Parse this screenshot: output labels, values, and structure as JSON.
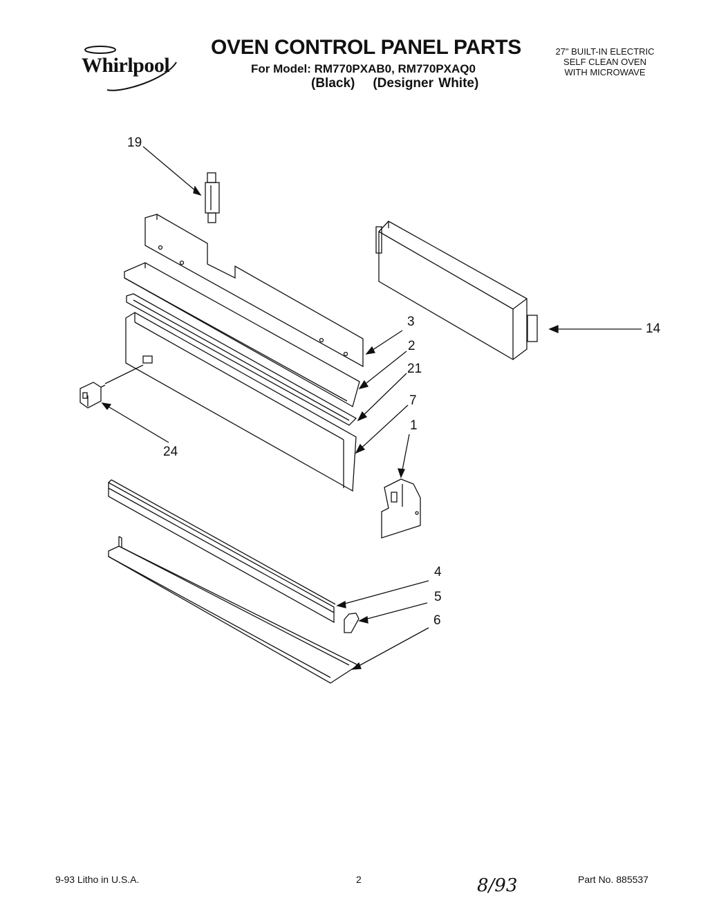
{
  "header": {
    "brand": "Whirlpool",
    "title": "OVEN CONTROL PANEL PARTS",
    "model_line": "For Model: RM770PXAB0, RM770PXAQ0",
    "variant_black": "(Black)",
    "variant_white": "(Designer White)",
    "description": [
      "27\" BUILT-IN ELECTRIC",
      "SELF CLEAN OVEN",
      "WITH MICROWAVE"
    ]
  },
  "callouts": {
    "c19": "19",
    "c3": "3",
    "c2": "2",
    "c21": "21",
    "c7": "7",
    "c1": "1",
    "c14": "14",
    "c24": "24",
    "c4": "4",
    "c5": "5",
    "c6": "6"
  },
  "footer": {
    "litho": "9-93 Litho in U.S.A.",
    "page": "2",
    "handwritten_date": "8/93",
    "part_no": "Part No. 885537"
  }
}
